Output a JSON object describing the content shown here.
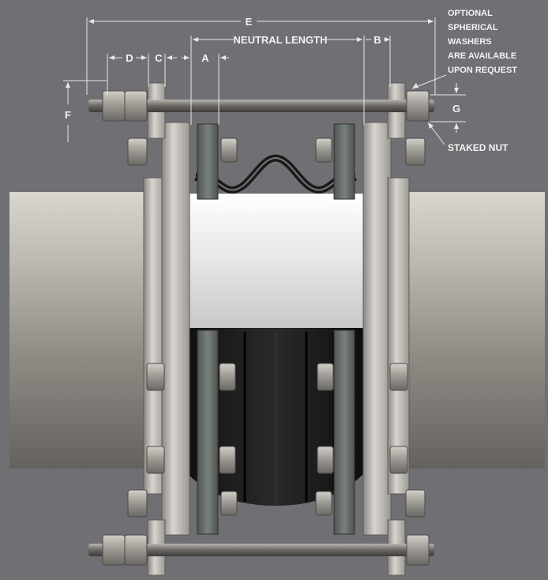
{
  "dimensions": {
    "e": "E",
    "neutral_length": "NEUTRAL LENGTH",
    "b": "B",
    "d": "D",
    "c": "C",
    "a": "A",
    "f": "F",
    "g": "G"
  },
  "callouts": {
    "washers": [
      "OPTIONAL",
      "SPHERICAL",
      "WASHERS",
      "ARE AVAILABLE",
      "UPON REQUEST"
    ],
    "staked_nut": "STAKED NUT"
  }
}
